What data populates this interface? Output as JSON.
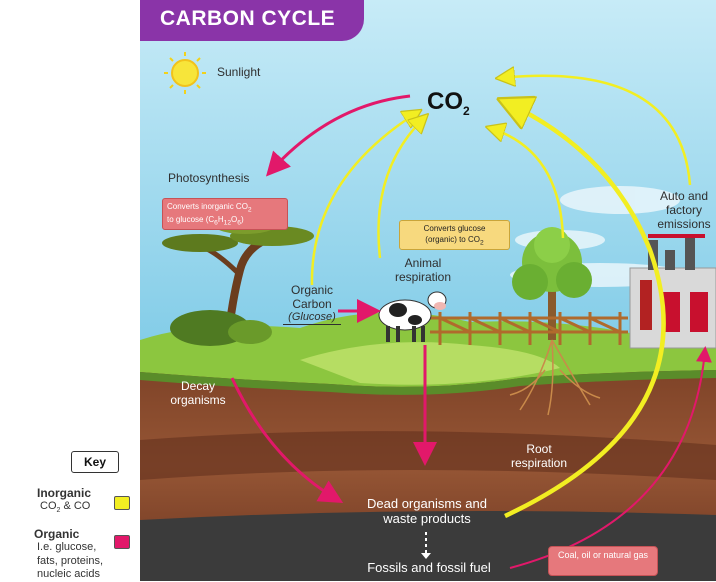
{
  "title": "CARBON CYCLE",
  "labels": {
    "sunlight": "Sunlight",
    "co2_main": "CO",
    "co2_sub": "2",
    "photosynthesis": "Photosynthesis",
    "animal_respiration": "Animal respiration",
    "organic_carbon": "Organic Carbon",
    "glucose": "(Glucose)",
    "auto_factory": "Auto and factory emissions",
    "decay": "Decay organisms",
    "root_respiration": "Root respiration",
    "dead_organisms": "Dead organisms and waste products",
    "fossils": "Fossils and fossil fuel"
  },
  "boxes": {
    "photosynthesis_note_a": "Converts inorganic CO",
    "photosynthesis_note_a_sub": "2",
    "photosynthesis_note_b": "to glucose (C",
    "photosynthesis_note_c": "H",
    "photosynthesis_note_d": "O",
    "photosynthesis_note_e": ")",
    "sub6": "6",
    "sub12": "12",
    "respiration_note_a": "Converts glucose",
    "respiration_note_b": "(organic) to CO",
    "respiration_note_sub": "2",
    "fuel_note": "Coal, oil or natural gas"
  },
  "key": {
    "title": "Key",
    "inorganic_title": "Inorganic",
    "inorganic_desc_a": "CO",
    "inorganic_desc_sub": "2",
    "inorganic_desc_b": " & CO",
    "organic_title": "Organic",
    "organic_desc_1": "I.e. glucose,",
    "organic_desc_2": "fats, proteins,",
    "organic_desc_3": "nucleic acids",
    "inorganic_color": "#f2ee22",
    "organic_color": "#e2186a"
  },
  "colors": {
    "sky": "#9ed6ef",
    "grass": "#8cc63f",
    "soil": "#8a4b2c",
    "title_band": "#8a34a8"
  }
}
